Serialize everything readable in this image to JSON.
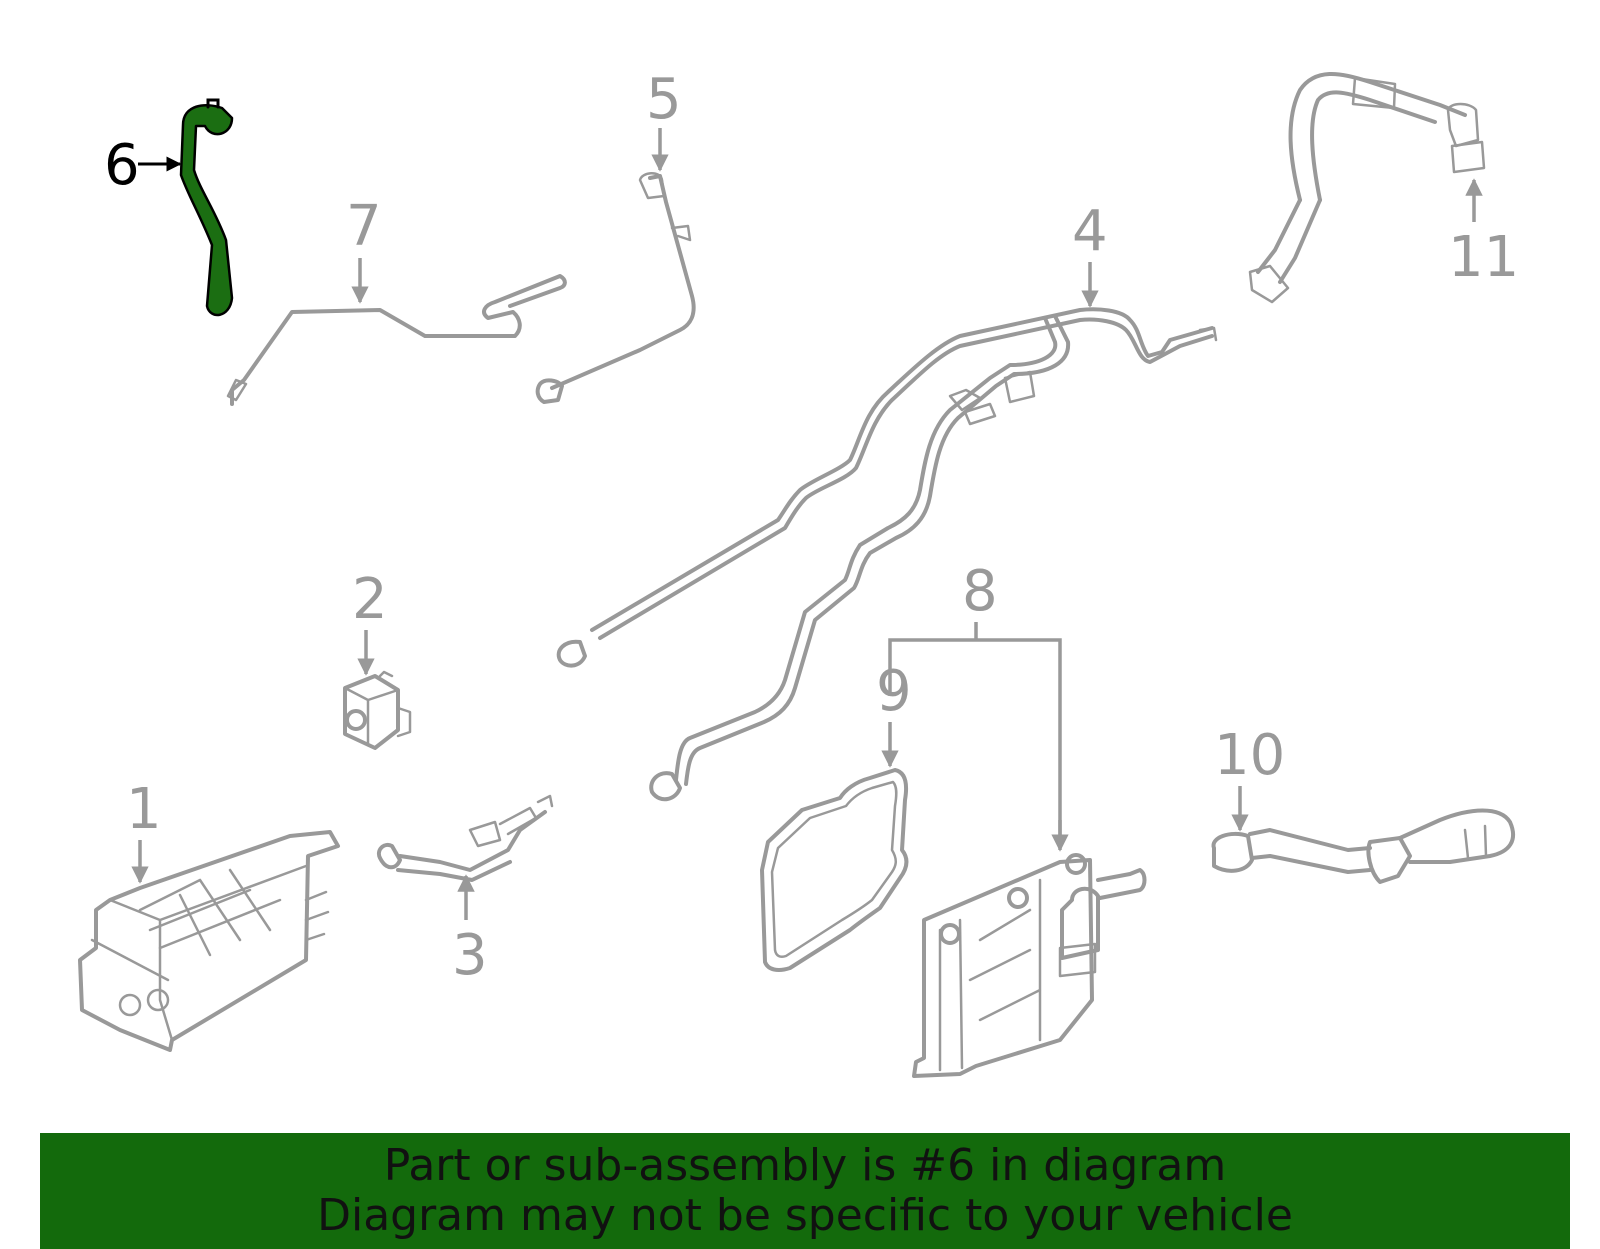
{
  "callouts": {
    "c1": "1",
    "c2": "2",
    "c3": "3",
    "c4": "4",
    "c5": "5",
    "c6": "6",
    "c7": "7",
    "c8": "8",
    "c9": "9",
    "c10": "10",
    "c11": "11"
  },
  "highlighted_part": "6",
  "colors": {
    "highlight_fill": "#1b6e12",
    "banner_background": "#136a0c",
    "part_line": "#999999"
  },
  "banner": {
    "line1": "Part or sub-assembly is #6 in diagram",
    "line2": "Diagram may not be specific to your vehicle"
  }
}
